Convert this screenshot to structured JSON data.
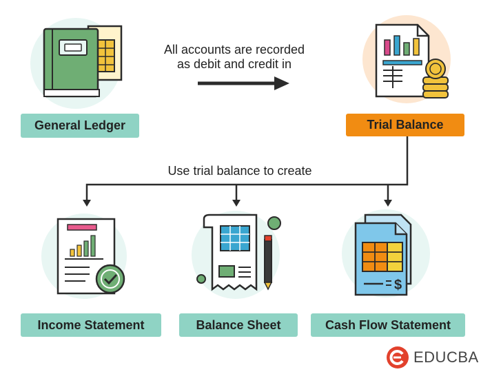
{
  "nodes": {
    "general_ledger": "General Ledger",
    "trial_balance": "Trial Balance",
    "income_statement": "Income Statement",
    "balance_sheet": "Balance Sheet",
    "cash_flow_statement": "Cash Flow Statement"
  },
  "edges": {
    "ledger_to_trial": [
      "All accounts are recorded",
      "as debit and credit in"
    ],
    "trial_to_statements": "Use trial balance to create"
  },
  "brand": {
    "name": "EDUCBA"
  },
  "colors": {
    "teal_label": "#8fd3c4",
    "orange_label": "#f18c12",
    "icon_circle": "#e8f6f3",
    "trial_circle": "#fde6d0",
    "outline": "#2b2b2b",
    "brand_red": "#e2412c"
  }
}
